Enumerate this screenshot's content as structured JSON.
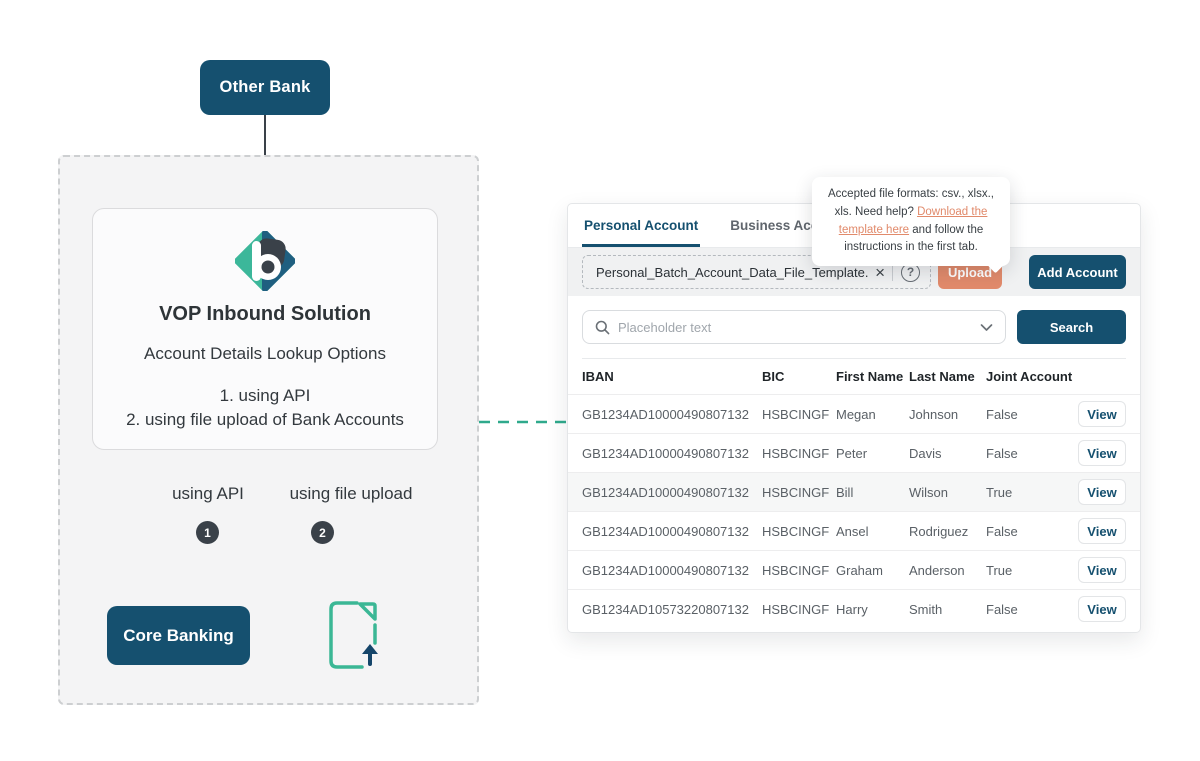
{
  "diagram": {
    "other_bank_label": "Other Bank",
    "vop_title": "VOP Inbound Solution",
    "vop_subtitle": "Account Details Lookup Options",
    "vop_option_1": "1. using API",
    "vop_option_2": "2. using file upload of Bank Accounts",
    "branch_api_label": "using API",
    "branch_file_label": "using file upload",
    "branch_api_number": "1",
    "branch_file_number": "2",
    "core_banking_label": "Core Banking"
  },
  "panel": {
    "tabs": [
      {
        "label": "Personal Account",
        "active": true
      },
      {
        "label": "Business Account",
        "active": false
      }
    ],
    "tooltip": {
      "text_before": "Accepted file formats: csv., xlsx., xls. Need help? ",
      "link_text": "Download the template here",
      "text_after": " and follow the instructions in the first tab."
    },
    "upload": {
      "filename": "Personal_Batch_Account_Data_File_Template.csv",
      "clear_icon": "×",
      "help_icon": "?",
      "upload_label": "Upload",
      "add_account_label": "Add Account"
    },
    "search": {
      "placeholder": "Placeholder text",
      "button_label": "Search"
    },
    "table": {
      "headers": {
        "iban": "IBAN",
        "bic": "BIC",
        "first": "First Name",
        "last": "Last Name",
        "joint": "Joint Account"
      },
      "view_label": "View",
      "rows": [
        {
          "iban": "GB1234AD10000490807132",
          "bic": "HSBCINGF",
          "first": "Megan",
          "last": "Johnson",
          "joint": "False",
          "highlight": false
        },
        {
          "iban": "GB1234AD10000490807132",
          "bic": "HSBCINGF",
          "first": "Peter",
          "last": "Davis",
          "joint": "False",
          "highlight": false
        },
        {
          "iban": "GB1234AD10000490807132",
          "bic": "HSBCINGF",
          "first": "Bill",
          "last": "Wilson",
          "joint": "True",
          "highlight": true
        },
        {
          "iban": "GB1234AD10000490807132",
          "bic": "HSBCINGF",
          "first": "Ansel",
          "last": "Rodriguez",
          "joint": "False",
          "highlight": false
        },
        {
          "iban": "GB1234AD10000490807132",
          "bic": "HSBCINGF",
          "first": "Graham",
          "last": "Anderson",
          "joint": "True",
          "highlight": false
        },
        {
          "iban": "GB1234AD10573220807132",
          "bic": "HSBCINGF",
          "first": "Harry",
          "last": "Smith",
          "joint": "False",
          "highlight": false
        }
      ]
    }
  },
  "colors": {
    "dark_blue": "#15506F",
    "teal": "#33B197",
    "salmon": "#E18A6B",
    "charcoal": "#3A4149"
  }
}
